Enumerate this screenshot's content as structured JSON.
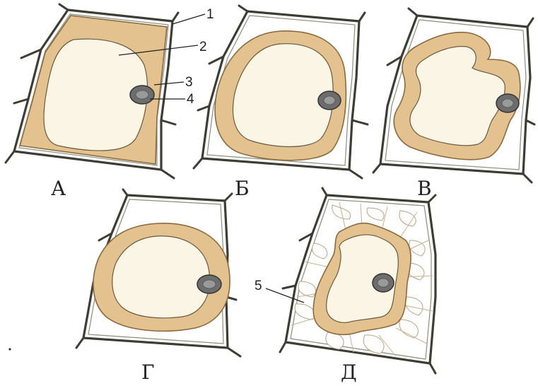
{
  "panels": [
    {
      "id": "A",
      "label": "А"
    },
    {
      "id": "B",
      "label": "Б"
    },
    {
      "id": "V",
      "label": "В"
    },
    {
      "id": "G",
      "label": "Г"
    },
    {
      "id": "D",
      "label": "Д"
    }
  ],
  "callouts": [
    "1",
    "2",
    "3",
    "4",
    "5"
  ],
  "colors": {
    "cytoplasm": "#e3c28f",
    "vacuole": "#fbf5e6",
    "cell_wall": "#3d3d35",
    "nucleus": "#6d6d6d"
  }
}
